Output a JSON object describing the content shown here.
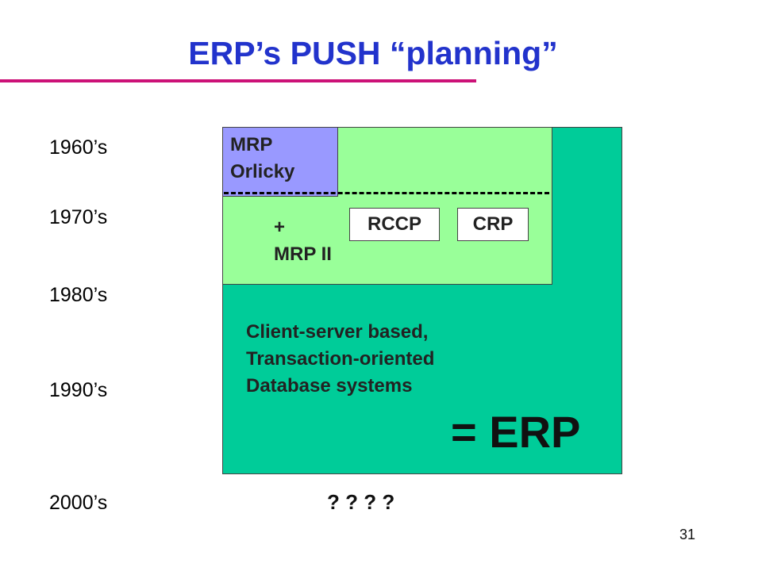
{
  "title": "ERP’s PUSH “planning”",
  "eras": [
    "1960’s",
    "1970’s",
    "1980’s",
    "1990’s",
    "2000’s"
  ],
  "mrp": {
    "line1": "MRP",
    "line2": "Orlicky"
  },
  "mrp2": {
    "plus": "+",
    "label": "MRP II"
  },
  "boxes": {
    "rccp": "RCCP",
    "crp": "CRP"
  },
  "erp": {
    "desc": [
      "Client-server based,",
      "Transaction-oriented",
      "Database systems"
    ],
    "equals": "= ERP"
  },
  "future": "? ? ? ?",
  "page_number": "31",
  "colors": {
    "title": "#2233cc",
    "rule": "#cc1177",
    "mrp": "#9999ff",
    "mrp2": "#99ff99",
    "erp": "#00cc99"
  }
}
